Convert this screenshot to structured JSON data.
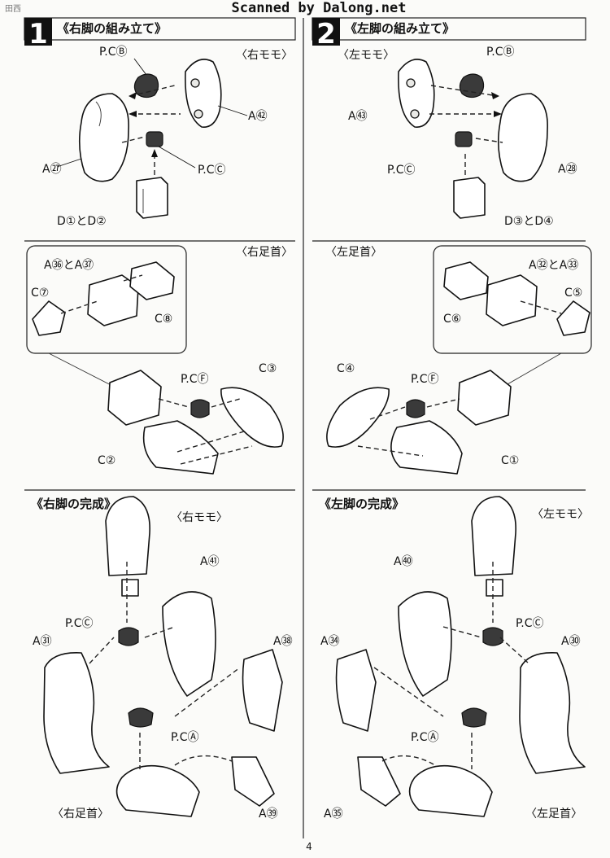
{
  "header": {
    "scan_credit": "Scanned by Dalong.net"
  },
  "page_number": "4",
  "steps": [
    {
      "number": "1",
      "title": "《右脚の組み立て》",
      "thigh": {
        "group": "〈右モモ〉",
        "parts": [
          "P.CⒷ",
          "A㊷",
          "A㉗",
          "P.CⒸ",
          "D①とD②"
        ]
      },
      "ankle": {
        "group": "〈右足首〉",
        "inset_parts": [
          "A㊱とA㊲",
          "C⑦",
          "C⑧"
        ],
        "parts": [
          "P.CⒻ",
          "C③",
          "C②"
        ]
      },
      "complete": {
        "title": "《右脚の完成》",
        "parts": [
          "〈右モモ〉",
          "A㊶",
          "P.CⒸ",
          "A㉛",
          "A㊳",
          "P.CⒶ",
          "A㊴",
          "〈右足首〉"
        ]
      }
    },
    {
      "number": "2",
      "title": "《左脚の組み立て》",
      "thigh": {
        "group": "〈左モモ〉",
        "parts": [
          "P.CⒷ",
          "A㊸",
          "A㉘",
          "P.CⒸ",
          "D③とD④"
        ]
      },
      "ankle": {
        "group": "〈左足首〉",
        "inset_parts": [
          "A㉜とA㉝",
          "C⑤",
          "C⑥"
        ],
        "parts": [
          "P.CⒻ",
          "C④",
          "C①"
        ]
      },
      "complete": {
        "title": "《左脚の完成》",
        "parts": [
          "〈左モモ〉",
          "A㊵",
          "P.CⒸ",
          "A㉞",
          "A㉚",
          "P.CⒶ",
          "A㉟",
          "〈左足首〉"
        ]
      }
    }
  ],
  "corner_mark": "田西"
}
